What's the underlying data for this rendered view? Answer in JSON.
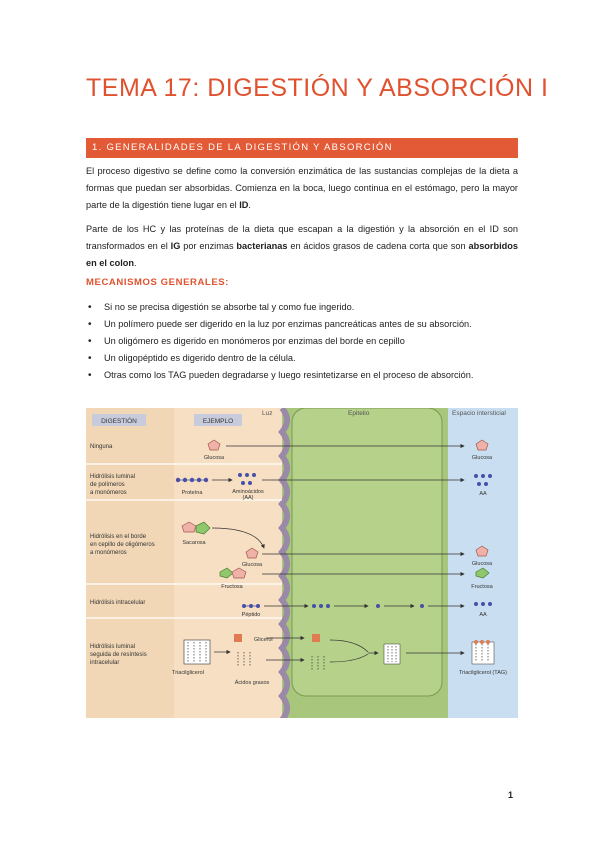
{
  "title": "TEMA 17: DIGESTIÓN Y ABSORCIÓN I",
  "section": "1. GENERALIDADES DE LA DIGESTIÓN Y ABSORCIÓN",
  "paragraph1": {
    "t1": "El proceso digestivo se define como la conversión enzimática de las sustancias complejas de la dieta a formas que puedan ser absorbidas. Comienza en la boca, luego continua en el estómago, pero la mayor parte de la digestión tiene lugar en el ",
    "b1": "ID",
    "t2": "."
  },
  "paragraph2": {
    "t1": "Parte de los HC y las proteínas de la dieta que escapan a la digestión y la absorción en el ID son transformados en el ",
    "b1": "IG",
    "t2": " por enzimas ",
    "b2": "bacterianas",
    "t3": " en ácidos grasos de cadena corta que son ",
    "b3": "absorbidos en el colon",
    "t4": "."
  },
  "subheading": "MECANISMOS GENERALES:",
  "bullets": [
    "Si no se precisa digestión se absorbe tal y como fue ingerido.",
    "Un polímero puede ser digerido en la luz por enzimas pancreáticas antes de su absorción.",
    "Un oligómero es digerido en monómeros por enzimas del borde en cepillo",
    "Un oligopéptido es digerido dentro de la célula.",
    "Otras como los TAG pueden degradarse y luego resintetizarse en el proceso de absorción."
  ],
  "figure": {
    "col_headers": {
      "digestion": "DIGESTIÓN",
      "ejemplo": "EJEMPLO",
      "luz": "Luz",
      "epitelio": "Epitelio",
      "espacio": "Espacio intersticial"
    },
    "rows": [
      {
        "label": [
          "Ninguna"
        ]
      },
      {
        "label": [
          "Hidrólisis luminal",
          "de polímeros",
          "a monómeros"
        ]
      },
      {
        "label": [
          "Hidrólisis en el borde",
          "en cepillo de oligómeros",
          "a monómeros"
        ]
      },
      {
        "label": [
          "Hidrólisis intracelular"
        ]
      },
      {
        "label": [
          "Hidrólisis luminal",
          "seguida de resíntesis",
          "intracelular"
        ]
      }
    ],
    "labels": {
      "glucosa": "Glucosa",
      "proteina": "Proteína",
      "aminoacidos": "Aminoácidos",
      "aa_paren": "(AA)",
      "aa": "AA",
      "sacarosa": "Sacarosa",
      "fructosa": "Fructosa",
      "peptido": "Péptido",
      "glicerol": "Glicerol",
      "triacilglicerol": "Triacilglicerol",
      "acidos_grasos": "Ácidos grasos",
      "tag": "Triacilglicerol (TAG)"
    },
    "colors": {
      "row_bg": "#f6dfc3",
      "cell_green": "#a9c77c",
      "interstitial": "#c9def0",
      "label_box": "#c8cbdc",
      "glucose": "#f0b2a8",
      "fructose": "#8fc86c",
      "amino": "#4650a8",
      "glycerol": "#e07b52"
    }
  },
  "page_number": "1"
}
